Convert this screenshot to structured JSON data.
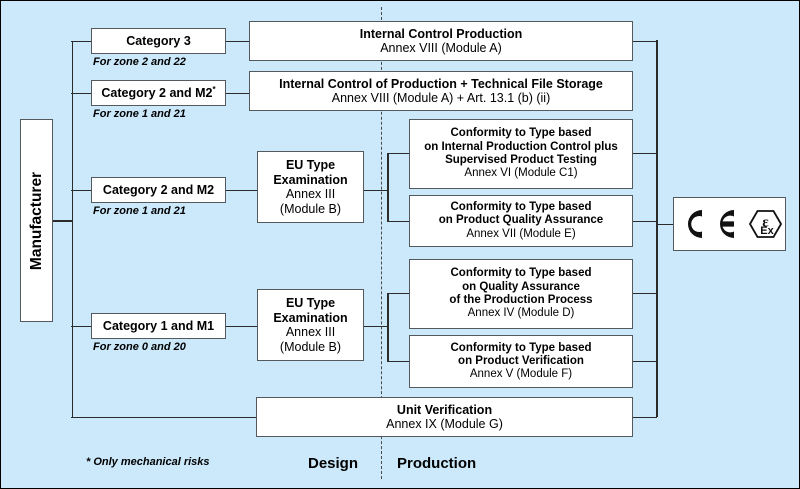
{
  "diagram": {
    "background_color": "#cbe9fb",
    "box_border_color": "#54595d",
    "line_color": "#2b2b2b"
  },
  "manufacturer": {
    "label": "Manufacturer"
  },
  "categories": [
    {
      "label": "Category 3",
      "zone": "For zone 2 and 22",
      "star": ""
    },
    {
      "label": "Category 2 and  M2",
      "zone": "For zone 1 and 21",
      "star": "*"
    },
    {
      "label": "Category 2 and  M2",
      "zone": "For zone 1 and 21",
      "star": ""
    },
    {
      "label": "Category 1 and  M1",
      "zone": "For zone 0 and 20",
      "star": ""
    }
  ],
  "design": {
    "eu_type_1": {
      "line1": "EU Type",
      "line2": "Examination",
      "line3": "Annex  III",
      "line4": "(Module B)"
    },
    "eu_type_2": {
      "line1": "EU Type",
      "line2": "Examination",
      "line3": "Annex  III",
      "line4": "(Module B)"
    }
  },
  "procedures": [
    {
      "title_lines": [
        "Internal Control Production"
      ],
      "annex": "Annex VIII (Module A)"
    },
    {
      "title_lines": [
        "Internal Control of Production + Technical File Storage"
      ],
      "annex": "Annex VIII (Module A) + Art. 13.1 (b) (ii)"
    },
    {
      "title_lines": [
        "Conformity to Type based",
        "on Internal Production Control plus",
        "Supervised Product Testing"
      ],
      "annex": "Annex  VI (Module C1)"
    },
    {
      "title_lines": [
        "Conformity to Type based",
        "on Product Quality Assurance"
      ],
      "annex": "Annex  VII (Module E)"
    },
    {
      "title_lines": [
        "Conformity to Type based",
        "on Quality Assurance",
        "of the Production Process"
      ],
      "annex": "Annex  IV (Module D)"
    },
    {
      "title_lines": [
        "Conformity to Type based",
        "on Product Verification"
      ],
      "annex": "Annex  V (Module F)"
    },
    {
      "title_lines": [
        "Unit Verification"
      ],
      "annex": "Annex IX (Module G)"
    }
  ],
  "marking": {
    "ce_text": "CE",
    "ex_text": "Ex",
    "ex_epsilon": "ε",
    "icon_name": "ce-ex-marking"
  },
  "footer": {
    "footnote": "* Only mechanical  risks",
    "phase_design": "Design",
    "phase_production": "Production"
  }
}
